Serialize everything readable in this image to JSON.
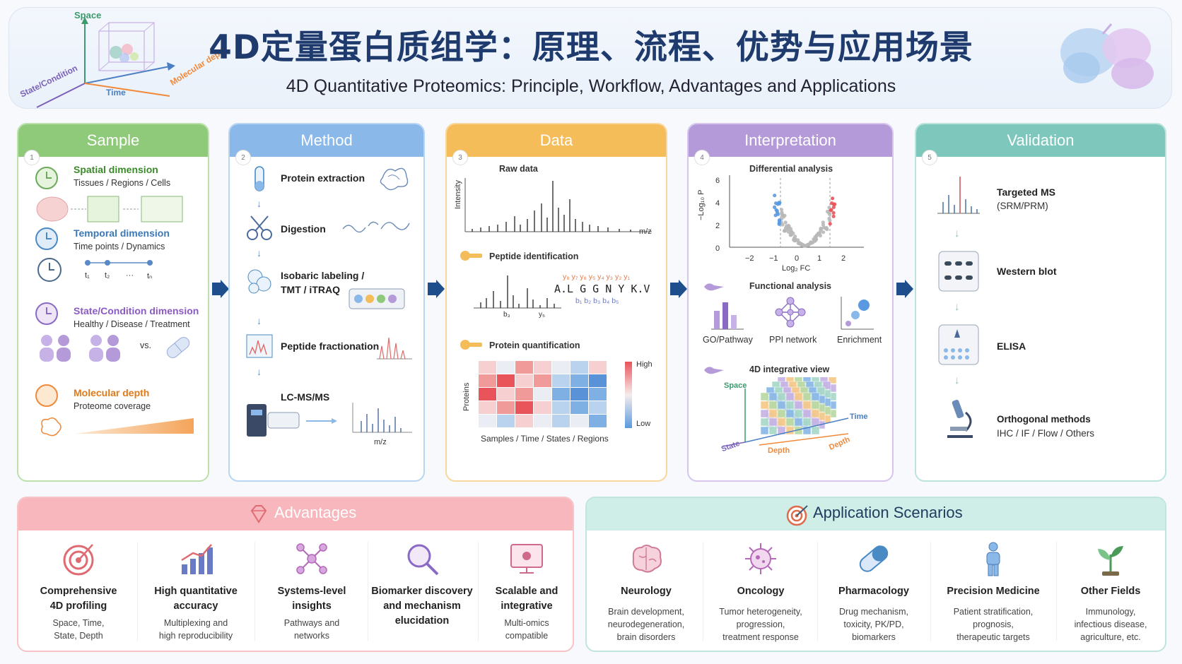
{
  "header": {
    "title_zh": "4D定量蛋白质组学：原理、流程、优势与应用场景",
    "title_en": "4D Quantitative Proteomics: Principle, Workflow, Advantages and Applications",
    "axes": {
      "space": "Space",
      "time": "Time",
      "state": "State/Condition",
      "depth": "Molecular depth"
    }
  },
  "stages": {
    "sample": {
      "title": "Sample",
      "number": "1",
      "spatial_title": "Spatial dimension",
      "spatial_sub": "Tissues / Regions / Cells",
      "temporal_title": "Temporal dimension",
      "temporal_sub": "Time points / Dynamics",
      "time_labels": [
        "t₁",
        "t₂",
        "···",
        "tₙ"
      ],
      "state_title": "State/Condition dimension",
      "state_sub": "Healthy / Disease / Treatment",
      "vs": "vs.",
      "depth_title": "Molecular depth",
      "depth_sub": "Proteome coverage"
    },
    "method": {
      "title": "Method",
      "number": "2",
      "steps": [
        "Protein extraction",
        "Digestion",
        "Isobaric labeling /",
        "TMT / iTRAQ",
        "Peptide fractionation",
        "LC-MS/MS"
      ],
      "mz": "m/z"
    },
    "data": {
      "title": "Data",
      "number": "3",
      "raw": "Raw data",
      "intensity": "Intensity",
      "mz": "m/z",
      "peptide": "Peptide identification",
      "ions_y": "y₈ y₇ y₆ y₅ y₄ y₃ y₂ y₁",
      "sequence": "A.L G G N Y K.V",
      "ions_b": "b₁ b₂ b₃ b₄ b₅",
      "frag_labels": [
        "b₃",
        "y₅"
      ],
      "protein": "Protein quantification",
      "proteins_axis": "Proteins",
      "samples_axis": "Samples / Time / States / Regions",
      "high": "High",
      "low": "Low"
    },
    "interpretation": {
      "title": "Interpretation",
      "number": "4",
      "diff": "Differential analysis",
      "y_ticks": [
        "6",
        "4",
        "2",
        "0"
      ],
      "x_ticks": [
        "−2",
        "−1",
        "0",
        "1",
        "2"
      ],
      "ylabel": "−Log₁₀ P",
      "xlabel": "Log₂ FC",
      "func": "Functional analysis",
      "go": "GO/Pathway",
      "ppi": "PPI network",
      "enrich": "Enrichment",
      "view4d": "4D integrative view",
      "space": "Space",
      "time": "Time",
      "state": "State",
      "depth1": "Depth",
      "depth2": "Depth"
    },
    "validation": {
      "title": "Validation",
      "number": "5",
      "targeted1": "Targeted MS",
      "targeted2": "(SRM/PRM)",
      "western": "Western blot",
      "elisa": "ELISA",
      "ortho1": "Orthogonal methods",
      "ortho2": "IHC / IF / Flow / Others"
    }
  },
  "advantages": {
    "title": "Advantages",
    "items": [
      {
        "t1": "Comprehensive",
        "t2": "4D profiling",
        "s1": "Space, Time,",
        "s2": "State, Depth"
      },
      {
        "t1": "High quantitative",
        "t2": "accuracy",
        "s1": "Multiplexing and",
        "s2": "high reproducibility"
      },
      {
        "t1": "Systems-level",
        "t2": "insights",
        "s1": "Pathways and",
        "s2": "networks"
      },
      {
        "t1": "Biomarker discovery",
        "t2": "and mechanism",
        "t3": "elucidation"
      },
      {
        "t1": "Scalable and",
        "t2": "integrative",
        "s1": "Multi-omics",
        "s2": "compatible"
      }
    ]
  },
  "applications": {
    "title": "Application Scenarios",
    "items": [
      {
        "t": "Neurology",
        "s1": "Brain development,",
        "s2": "neurodegeneration,",
        "s3": "brain disorders"
      },
      {
        "t": "Oncology",
        "s1": "Tumor heterogeneity,",
        "s2": "progression,",
        "s3": "treatment response"
      },
      {
        "t": "Pharmacology",
        "s1": "Drug mechanism,",
        "s2": "toxicity, PK/PD,",
        "s3": "biomarkers"
      },
      {
        "t": "Precision Medicine",
        "s1": "Patient stratification,",
        "s2": "prognosis,",
        "s3": "therapeutic targets"
      },
      {
        "t": "Other Fields",
        "s1": "Immunology,",
        "s2": "infectious disease,",
        "s3": "agriculture, etc."
      }
    ]
  },
  "colors": {
    "sample": "#8fc97a",
    "method": "#8ab8e8",
    "data": "#f5bc5a",
    "interpretation": "#b49ad8",
    "validation": "#7ec7bd",
    "advantages": "#f29ca3",
    "applications": "#8fd3c7",
    "title": "#1f3b6e",
    "arrow": "#1f4e8c"
  }
}
